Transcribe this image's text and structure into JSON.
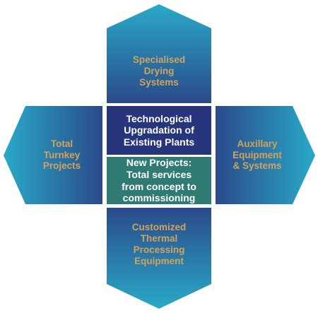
{
  "blocks": {
    "top": "Specialised\nDrying\nSystems",
    "left": "Total\nTurnkey\nProjects",
    "right": "Auxillary\nEquipment\n& Systems",
    "bottom": "Customized\nThermal\nProcessing\nEquipment",
    "center_upper": "Technological\nUpgradation of\nExisting Plants",
    "center_lower": "New Projects:\nTotal services\nfrom concept to\ncommissioning"
  },
  "colors": {
    "gradient_light": "#2aa9c7",
    "gradient_dark": "#2a4a8a",
    "center_upper_fill": "#26357c",
    "center_lower_fill": "#2f7a72",
    "outer_text": "#d1a45a",
    "inner_text": "#ffffff"
  }
}
